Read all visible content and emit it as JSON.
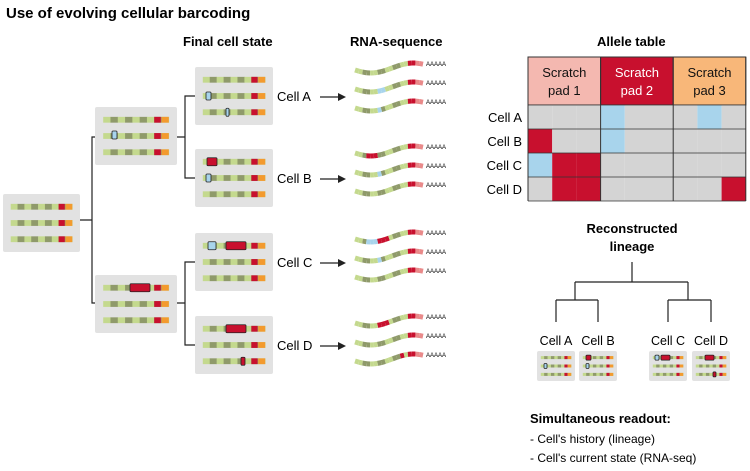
{
  "title": "Use of evolving cellular barcoding",
  "headers": {
    "final_state": "Final cell state",
    "rna_seq": "RNA-sequence",
    "allele_table": "Allele table",
    "reconstructed": [
      "Reconstructed",
      "lineage"
    ]
  },
  "cells": [
    "Cell A",
    "Cell B",
    "Cell C",
    "Cell D"
  ],
  "polya": "AAAAA",
  "scratch_pads": [
    {
      "line1": "Scratch",
      "line2": "pad 1",
      "color": "#f4b8b0",
      "text_color": "#111111"
    },
    {
      "line1": "Scratch",
      "line2": "pad 2",
      "color": "#c8102e",
      "text_color": "#ffffff"
    },
    {
      "line1": "Scratch",
      "line2": "pad 3",
      "color": "#f8b779",
      "text_color": "#111111"
    }
  ],
  "allele_rows": [
    [
      "-",
      "-",
      "-",
      "blue",
      "-",
      "-",
      "-",
      "blue",
      "-"
    ],
    [
      "red",
      "-",
      "-",
      "blue",
      "-",
      "-",
      "-",
      "-",
      "-"
    ],
    [
      "blue",
      "red",
      "red",
      "-",
      "-",
      "-",
      "-",
      "-",
      "-"
    ],
    [
      "-",
      "red",
      "red",
      "-",
      "-",
      "-",
      "-",
      "-",
      "red"
    ]
  ],
  "colors": {
    "red": "#c8102e",
    "blue": "#a8d4ec",
    "grey_cell": "#d4d4d4",
    "box": "#e2e2e2",
    "green_light": "#c4d98e",
    "green_dark": "#8f9a6a",
    "orange": "#f39a2e",
    "pink": "#e98a8a"
  },
  "readout": {
    "title": "Simultaneous readout:",
    "lines": [
      "- Cell's history (lineage)",
      "- Cell's current state (RNA-seq)"
    ]
  }
}
